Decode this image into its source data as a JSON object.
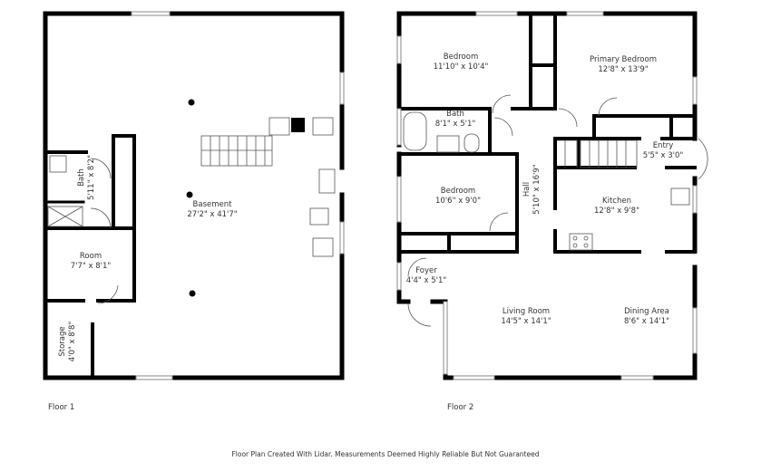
{
  "floors": [
    {
      "label": "Floor 1",
      "rooms": [
        {
          "name": "Basement",
          "dims": "27'2\" x 41'7\""
        },
        {
          "name": "Bath",
          "dims": "5'11\" x 8'2\""
        },
        {
          "name": "Room",
          "dims": "7'7\" x 8'1\""
        },
        {
          "name": "Storage",
          "dims": "4'0\" x 8'8\""
        }
      ]
    },
    {
      "label": "Floor 2",
      "rooms": [
        {
          "name": "Bedroom",
          "dims": "11'10\" x 10'4\""
        },
        {
          "name": "Primary Bedroom",
          "dims": "12'8\" x 13'9\""
        },
        {
          "name": "Bath",
          "dims": "8'1\" x 5'1\""
        },
        {
          "name": "Entry",
          "dims": "5'5\" x 3'0\""
        },
        {
          "name": "Hall",
          "dims": "5'10\" x 16'9\""
        },
        {
          "name": "Bedroom",
          "dims": "10'6\" x 9'0\""
        },
        {
          "name": "Kitchen",
          "dims": "12'8\" x 9'8\""
        },
        {
          "name": "Foyer",
          "dims": "4'4\" x 5'1\""
        },
        {
          "name": "Living Room",
          "dims": "14'5\" x 14'1\""
        },
        {
          "name": "Dining Area",
          "dims": "8'6\" x 14'1\""
        }
      ]
    }
  ],
  "footer": "Floor Plan Created With Lidar. Measurements Deemed Highly Reliable But Not Guaranteed"
}
